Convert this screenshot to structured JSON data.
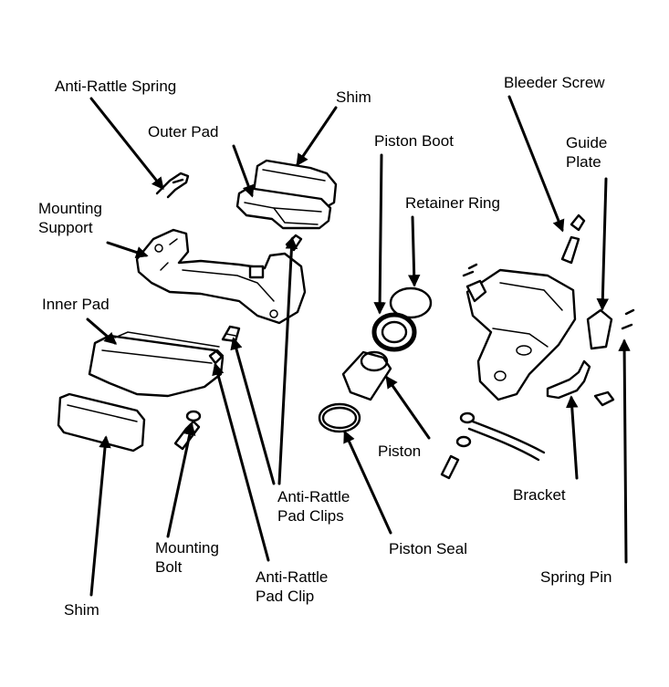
{
  "labels": {
    "anti_rattle_spring": "Anti-Rattle Spring",
    "shim_top": "Shim",
    "outer_pad": "Outer Pad",
    "mounting_support_1": "Mounting",
    "mounting_support_2": "Support",
    "inner_pad": "Inner Pad",
    "piston_boot": "Piston Boot",
    "retainer_ring": "Retainer Ring",
    "bleeder_screw": "Bleeder Screw",
    "guide_plate_1": "Guide",
    "guide_plate_2": "Plate",
    "piston": "Piston",
    "anti_rattle_pad_clips_1": "Anti-Rattle",
    "anti_rattle_pad_clips_2": "Pad Clips",
    "bracket": "Bracket",
    "piston_seal": "Piston Seal",
    "spring_pin": "Spring Pin",
    "mounting_bolt_1": "Mounting",
    "mounting_bolt_2": "Bolt",
    "anti_rattle_pad_clip_1": "Anti-Rattle",
    "anti_rattle_pad_clip_2": "Pad Clip",
    "shim_bottom": "Shim"
  }
}
